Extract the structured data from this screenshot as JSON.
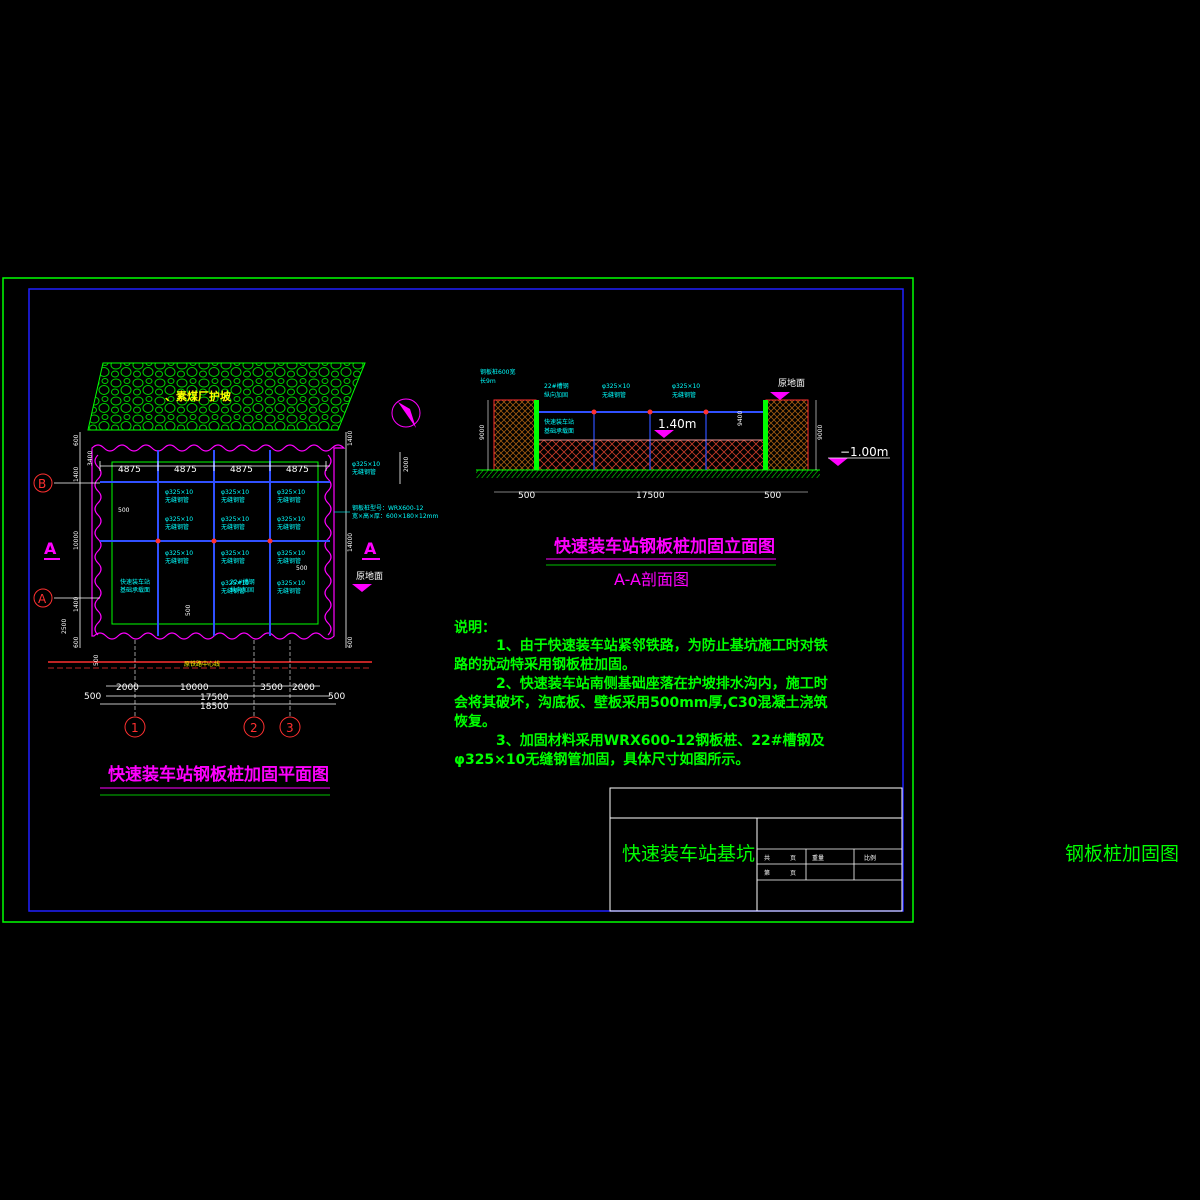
{
  "plan": {
    "slope_label": "、素煤厂护坡",
    "axis_labels": [
      "B",
      "A"
    ],
    "col_labels": [
      "1",
      "2",
      "3"
    ],
    "section_mark": "A",
    "top_dims": [
      "4875",
      "4875",
      "4875",
      "4875"
    ],
    "left_dims": [
      "600",
      "3400",
      "1400",
      "10000",
      "1400",
      "2500",
      "600"
    ],
    "right_dims": [
      "1400",
      "2000",
      "14000",
      "600"
    ],
    "inner_dims": [
      "500",
      "500",
      "500"
    ],
    "bottom_dims_row1": [
      "2000",
      "10000",
      "3500",
      "2000"
    ],
    "bottom_dim_total1": "17500",
    "bottom_dim_total2": "18500",
    "bottom_side_dims": [
      "500",
      "500"
    ],
    "ground_label": "原地面",
    "pipe_labels": [
      "φ325×10",
      "无缝钢管"
    ],
    "pile_note": [
      "钢板桩型号：WRX600-12",
      "宽×高×厚：600×180×12mm"
    ],
    "rail_label": "原铁路中心线",
    "left_note": [
      "快速装车站",
      "基础承载面"
    ],
    "mid_note": [
      "22#槽钢",
      "纵向加固"
    ],
    "small_dim": "500",
    "title": "快速装车站钢板桩加固平面图"
  },
  "elevation": {
    "labels_left": [
      "钢板桩600宽",
      "长9m"
    ],
    "labels_c1": [
      "22#槽钢",
      "纵向加固"
    ],
    "labels_pipe": [
      "φ325×10",
      "无缝钢管"
    ],
    "labels_base": [
      "快速装车站",
      "基础承载面"
    ],
    "ground_label": "原地面",
    "depth_label": "1.40m",
    "level_label": "−1.00m",
    "dim_left": "9000",
    "dim_right": "9000",
    "dim_mid": "9400",
    "dim_bottom": [
      "500",
      "17500",
      "500"
    ],
    "title": "快速装车站钢板桩加固立面图",
    "subtitle": "A-A剖面图"
  },
  "notes": {
    "heading": "说明：",
    "lines": [
      "1、由于快速装车站紧邻铁路，为防止基坑施工时对铁",
      "路的扰动特采用钢板桩加固。",
      "2、快速装车站南侧基础座落在护坡排水沟内，施工时",
      "会将其破坏，沟底板、壁板采用500mm厚,C30混凝土浇筑",
      "恢复。",
      "3、加固材料采用WRX600-12钢板桩、22#槽钢及",
      "φ325×10无缝钢管加固，具体尺寸如图所示。"
    ]
  },
  "titleblock": {
    "project": "快速装车站基坑",
    "drawing_name": "钢板桩加固图",
    "cells_row1": [
      "共",
      "页",
      "重量",
      "比例"
    ],
    "cells_row2": [
      "第",
      "页"
    ]
  },
  "colors": {
    "border": "#00ff00",
    "inner_border": "#0000ff",
    "green_text": "#00ff00",
    "magenta_text": "#ff00ff"
  }
}
